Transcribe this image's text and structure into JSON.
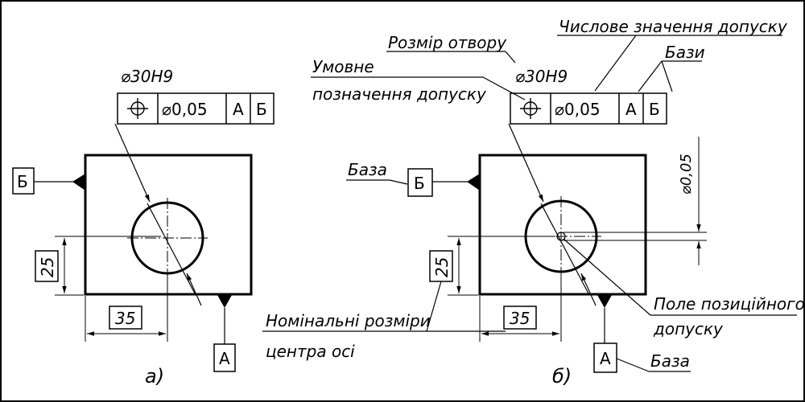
{
  "figure_a": {
    "panel_label": "а)",
    "hole_size": "⌀30H9",
    "tolerance_frame": {
      "symbol": "position-symbol",
      "value": "⌀0,05",
      "datum1": "А",
      "datum2": "Б"
    },
    "datum_left_label": "Б",
    "datum_bottom_label": "А",
    "dim_vertical": "25",
    "dim_horizontal": "35"
  },
  "figure_b": {
    "panel_label": "б)",
    "hole_size": "⌀30H9",
    "tolerance_frame": {
      "symbol": "position-symbol",
      "value": "⌀0,05",
      "datum1": "А",
      "datum2": "Б"
    },
    "datum_left_label": "Б",
    "datum_bottom_label": "А",
    "dim_vertical": "25",
    "dim_horizontal": "35",
    "tolerance_zone_dim": "⌀0,05",
    "callouts": {
      "hole_size": "Розмір отвору",
      "tolerance_value": "Числове значення допуску",
      "bases": "Бази",
      "symbol_line1": "Умовне",
      "symbol_line2": "позначення допуску",
      "base_left": "База",
      "base_bottom": "База",
      "nominal_line1": "Номінальні розміри",
      "nominal_line2": "центра осі",
      "zone_line1": "Поле позиційного",
      "zone_line2": "допуску"
    }
  }
}
